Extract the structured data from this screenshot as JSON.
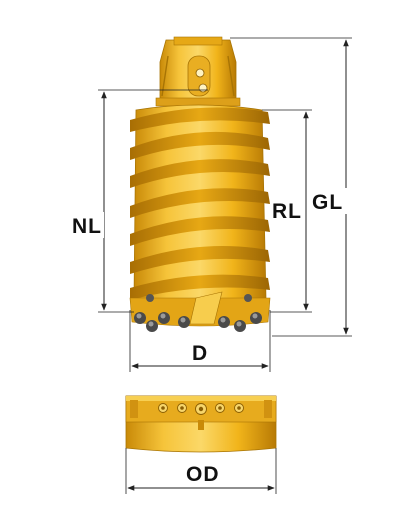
{
  "labels": {
    "nl": "NL",
    "rl": "RL",
    "gl": "GL",
    "d": "D",
    "od": "OD"
  },
  "colors": {
    "body": "#f1b41a",
    "body_dark": "#c98a08",
    "body_light": "#fbd868",
    "teeth": "#4a4a4a",
    "teeth_light": "#9a9a9a",
    "lines": "#222222"
  }
}
